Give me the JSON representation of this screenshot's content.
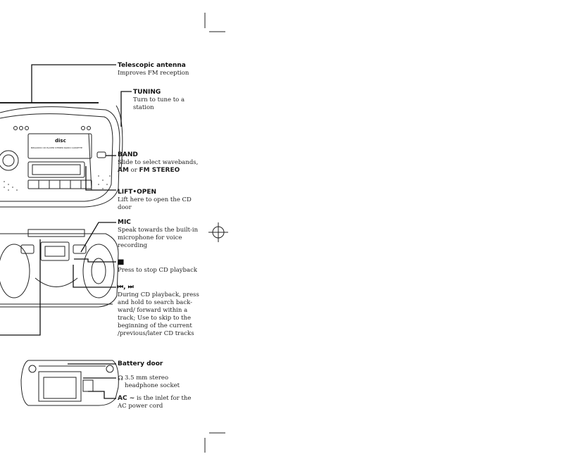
{
  "callouts": {
    "antenna": {
      "title": "Telescopic antenna",
      "desc": "Improves FM reception"
    },
    "tuning": {
      "title": "TUNING",
      "desc_1": "Turn to tune to a",
      "desc_2": "station"
    },
    "band": {
      "title": "BAND",
      "desc_1": "Slide to select wavebands,",
      "am": "AM",
      "or": "or",
      "fm": "FM STEREO"
    },
    "lift_open": {
      "title": "LIFT•OPEN",
      "desc_1": "Lift here to open the CD",
      "desc_2": "door"
    },
    "mic": {
      "title": "MIC",
      "desc_1": "Speak towards the built-in",
      "desc_2": "microphone for voice",
      "desc_3": "recording"
    },
    "stop": {
      "symbol": "■",
      "desc": "Press to stop CD playback"
    },
    "search": {
      "symbol": "⏮, ⏭",
      "lines": [
        "During CD playback, press",
        "and hold to search back-",
        "ward/ forward within a",
        "track; Use to skip to the",
        "beginning of the current",
        "/previous/later CD tracks"
      ]
    },
    "battery_door": {
      "title": "Battery door"
    },
    "headphone": {
      "symbol": "☊",
      "desc_1": "3.5 mm stereo",
      "desc_2": "headphone socket"
    },
    "ac": {
      "title": "AC ~",
      "desc_1": "is the inlet for the",
      "desc_2": "AC power cord"
    }
  },
  "device_text": {
    "brand_logo": "disc",
    "model_strip": "BW/AUDIO CD PLAYER STEREO RADIO CASSETTE"
  }
}
